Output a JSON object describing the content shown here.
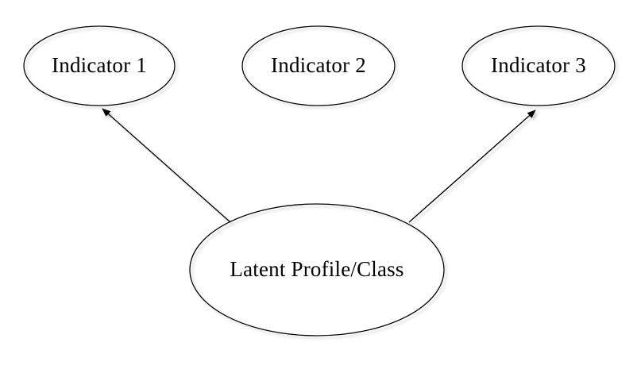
{
  "diagram": {
    "background_color": "#ffffff",
    "stroke_color": "#000000",
    "text_color": "#000000",
    "shadow_color": "#a6a6a6",
    "nodes": [
      {
        "id": "indicator-1",
        "shape": "ellipse",
        "label": "Indicator 1"
      },
      {
        "id": "indicator-2",
        "shape": "ellipse",
        "label": "Indicator 2"
      },
      {
        "id": "indicator-3",
        "shape": "ellipse",
        "label": "Indicator 3"
      },
      {
        "id": "latent-profile-class",
        "shape": "ellipse",
        "label": "Latent Profile/Class"
      }
    ],
    "edges": [
      {
        "from": "latent-profile-class",
        "to": "indicator-1",
        "style": "arrow"
      },
      {
        "from": "latent-profile-class",
        "to": "indicator-2",
        "style": "arrow"
      },
      {
        "from": "latent-profile-class",
        "to": "indicator-3",
        "style": "arrow"
      }
    ]
  }
}
